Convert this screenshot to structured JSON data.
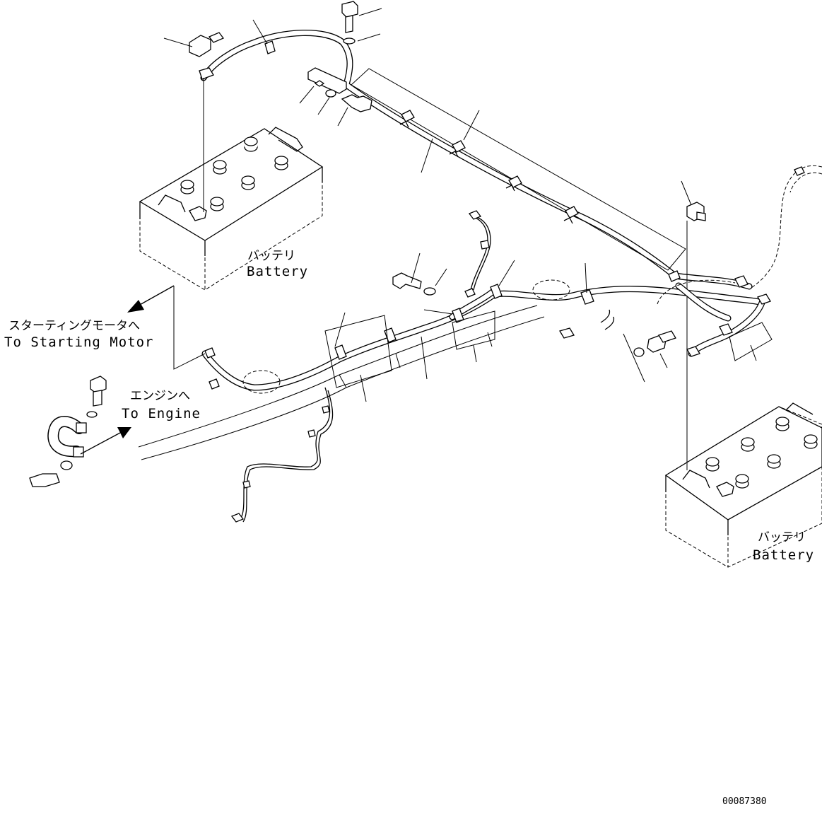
{
  "labels": {
    "battery_left_jp": "バッテリ",
    "battery_left_en": "Battery",
    "battery_right_jp": "バッテリ",
    "battery_right_en": "Battery",
    "starting_motor_jp": "スターティングモータへ",
    "starting_motor_en": "To Starting Motor",
    "engine_jp": "エンジンへ",
    "engine_en": "To Engine"
  },
  "document_number": "00087380"
}
